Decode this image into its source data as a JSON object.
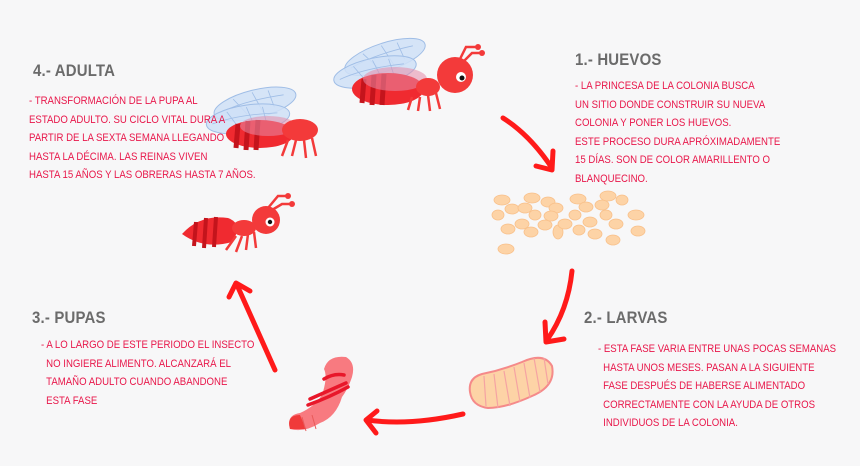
{
  "diagram": {
    "type": "life-cycle",
    "subject": "ant",
    "accent_color": "#ff1a1a",
    "title_color": "#6b6b6b",
    "text_color": "#e8174a",
    "background": "#f7f7f8"
  },
  "stages": [
    {
      "id": "huevos",
      "title": "1.- HUEVOS",
      "lines": [
        "- LA PRINCESA DE LA COLONIA BUSCA",
        "UN SITIO DONDE CONSTRUIR SU NUEVA",
        "COLONIA Y PONER LOS HUEVOS.",
        "ESTE PROCESO DURA APRÓXIMADAMENTE",
        "15 DÍAS. SON DE COLOR AMARILLENTO O",
        "BLANQUECINO."
      ],
      "illustration": "eggs-cluster"
    },
    {
      "id": "larvas",
      "title": "2.- LARVAS",
      "lines": [
        "- ESTA FASE VARIA ENTRE UNAS POCAS SEMANAS",
        "HASTA UNOS MESES. PASAN A LA SIGUIENTE",
        "FASE DESPUÉS DE HABERSE ALIMENTADO",
        "CORRECTAMENTE CON LA AYUDA DE OTROS",
        "INDIVIDUOS DE LA COLONIA."
      ],
      "illustration": "larva"
    },
    {
      "id": "pupas",
      "title": "3.- PUPAS",
      "lines": [
        "- A LO LARGO DE ESTE PERIODO EL INSECTO",
        "NO INGIERE ALIMENTO. ALCANZARÁ EL",
        "TAMAÑO ADULTO CUANDO ABANDONE",
        "ESTA FASE"
      ],
      "illustration": "pupa"
    },
    {
      "id": "adulta",
      "title": "4.- ADULTA",
      "lines": [
        "- TRANSFORMACIÓN DE LA PUPA AL",
        "ESTADO ADULTO. SU CICLO VITAL DURA A",
        "PARTIR DE LA SEXTA SEMANA LLEGANDO",
        "HASTA LA DÉCIMA. LAS REINAS VIVEN",
        "HASTA 15 AÑOS Y LAS OBRERAS HASTA 7 AÑOS."
      ],
      "illustration": "winged-ant-and-worker-ant"
    }
  ],
  "arrows": [
    {
      "from": "adulta",
      "to": "huevos"
    },
    {
      "from": "huevos",
      "to": "larvas"
    },
    {
      "from": "larvas",
      "to": "pupas"
    },
    {
      "from": "pupas",
      "to": "adulta"
    }
  ]
}
